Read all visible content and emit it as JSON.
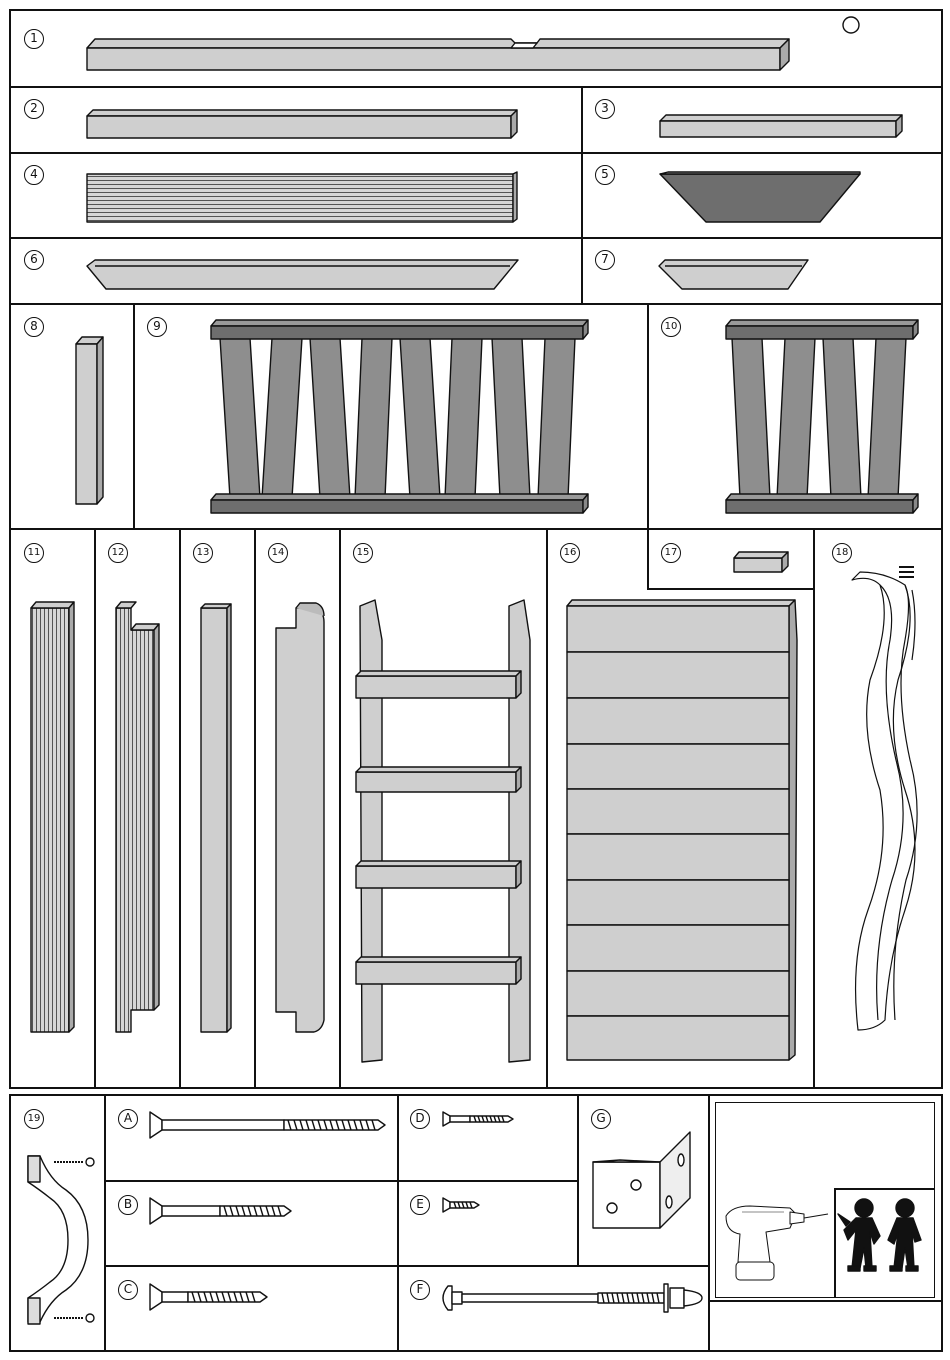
{
  "colors": {
    "line": "#111111",
    "part_fill": "#cfcfcf",
    "dark_fill": "#6e6e6e",
    "mid_fill": "#9a9a9a"
  },
  "parts": [
    {
      "id": "p1",
      "label": "1"
    },
    {
      "id": "p2",
      "label": "2"
    },
    {
      "id": "p3",
      "label": "3"
    },
    {
      "id": "p4",
      "label": "4"
    },
    {
      "id": "p5",
      "label": "5"
    },
    {
      "id": "p6",
      "label": "6"
    },
    {
      "id": "p7",
      "label": "7"
    },
    {
      "id": "p8",
      "label": "8"
    },
    {
      "id": "p9",
      "label": "9"
    },
    {
      "id": "p10",
      "label": "10"
    },
    {
      "id": "p11",
      "label": "11"
    },
    {
      "id": "p12",
      "label": "12"
    },
    {
      "id": "p13",
      "label": "13"
    },
    {
      "id": "p14",
      "label": "14"
    },
    {
      "id": "p15",
      "label": "15"
    },
    {
      "id": "p16",
      "label": "16"
    },
    {
      "id": "p17",
      "label": "17"
    },
    {
      "id": "p18",
      "label": "18"
    },
    {
      "id": "p19",
      "label": "19"
    }
  ],
  "hardware": [
    {
      "id": "hA",
      "label": "A"
    },
    {
      "id": "hB",
      "label": "B"
    },
    {
      "id": "hC",
      "label": "C"
    },
    {
      "id": "hD",
      "label": "D"
    },
    {
      "id": "hE",
      "label": "E"
    },
    {
      "id": "hF",
      "label": "F"
    },
    {
      "id": "hG",
      "label": "G"
    }
  ],
  "icons": [
    "cordless-drill-icon",
    "two-workers-icon"
  ]
}
